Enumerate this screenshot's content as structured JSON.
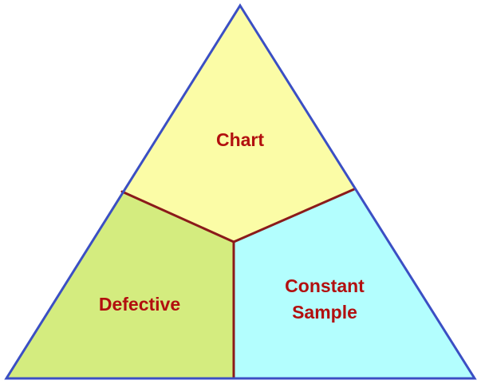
{
  "diagram": {
    "regions": {
      "top": {
        "label": "Chart",
        "fill": "#fbfca6"
      },
      "left": {
        "label": "Defective",
        "fill": "#d4ec7f"
      },
      "right": {
        "label_line1": "Constant",
        "label_line2": "Sample",
        "fill": "#b3fefe"
      }
    },
    "colors": {
      "outline": "#3b4fc4",
      "divider": "#8b1a1a",
      "label": "#b20f0f"
    }
  }
}
